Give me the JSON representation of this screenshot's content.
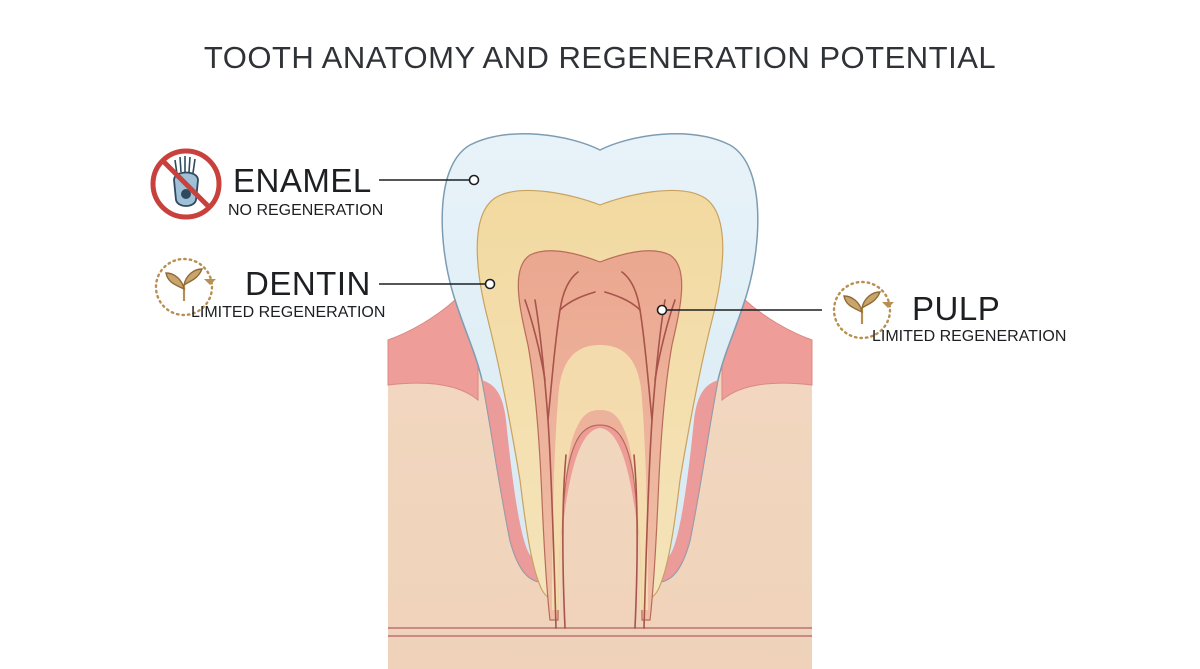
{
  "title": "TOOTH ANATOMY AND REGENERATION POTENTIAL",
  "labels": {
    "enamel": {
      "name": "ENAMEL",
      "status": "NO REGENERATION",
      "icon": "no-regeneration-icon"
    },
    "dentin": {
      "name": "DENTIN",
      "status": "LIMITED REGENERATION",
      "icon": "sprout-cycle-icon"
    },
    "pulp": {
      "name": "PULP",
      "status": "LIMITED REGENERATION",
      "icon": "sprout-cycle-icon"
    }
  },
  "colors": {
    "enamel": "#dcecf4",
    "dentin": "#f3deaa",
    "pulp": "#eeb7a0",
    "gum": "#ef9a98",
    "bone": "#f2d9c3",
    "no_regen_red": "#c9413d",
    "sprout_gold": "#b88e52"
  }
}
